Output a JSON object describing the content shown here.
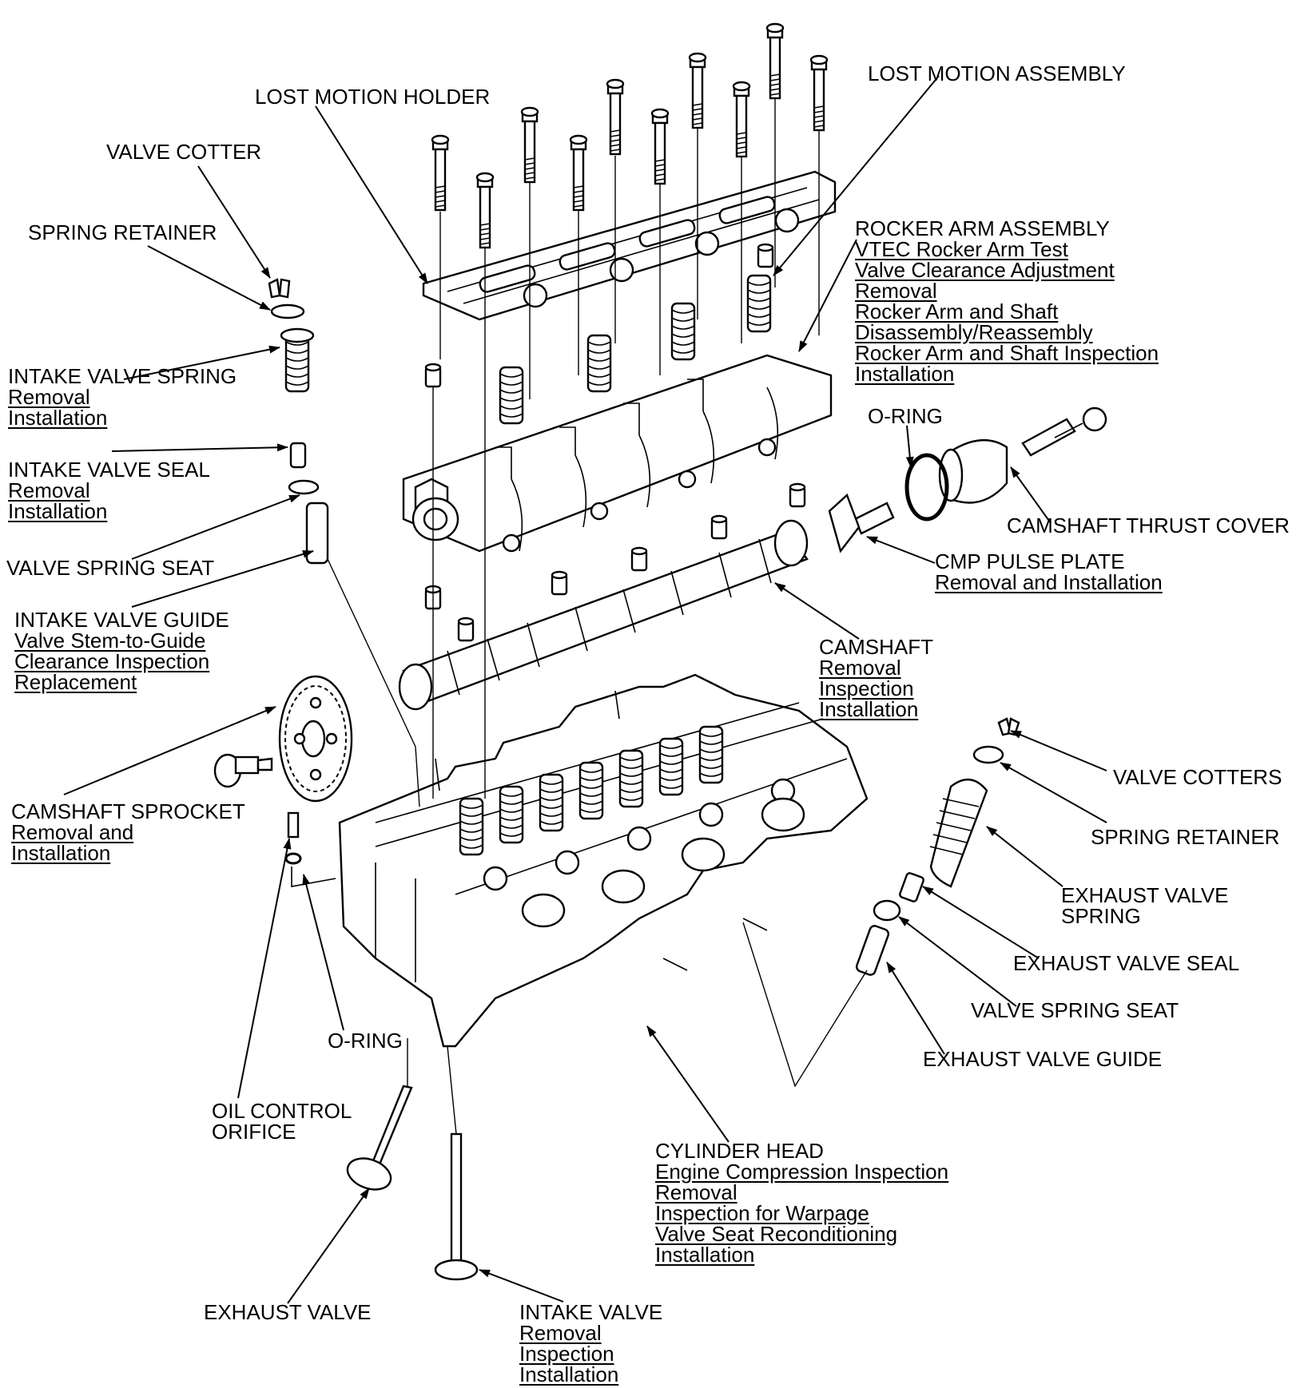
{
  "labels": {
    "lost_motion_holder": {
      "title": "LOST MOTION HOLDER",
      "links": []
    },
    "lost_motion_assembly": {
      "title": "LOST MOTION ASSEMBLY",
      "links": []
    },
    "valve_cotter": {
      "title": "VALVE COTTER",
      "links": []
    },
    "spring_retainer_left": {
      "title": "SPRING RETAINER",
      "links": []
    },
    "rocker_arm_assembly": {
      "title": "ROCKER ARM ASSEMBLY",
      "links": [
        "VTEC Rocker Arm Test",
        "Valve Clearance Adjustment",
        "Removal",
        "Rocker Arm and Shaft",
        "Disassembly/Reassembly",
        "Rocker Arm and Shaft Inspection",
        "Installation"
      ]
    },
    "intake_valve_spring": {
      "title": "INTAKE VALVE SPRING",
      "links": [
        "Removal",
        "Installation"
      ]
    },
    "o_ring_top": {
      "title": "O-RING",
      "links": []
    },
    "intake_valve_seal": {
      "title": "INTAKE VALVE SEAL",
      "links": [
        "Removal",
        "Installation"
      ]
    },
    "camshaft_thrust_cover": {
      "title": "CAMSHAFT THRUST COVER",
      "links": []
    },
    "valve_spring_seat_left": {
      "title": "VALVE SPRING SEAT",
      "links": []
    },
    "cmp_pulse_plate": {
      "title": "CMP PULSE PLATE",
      "links": [
        "Removal and Installation"
      ]
    },
    "intake_valve_guide": {
      "title": "INTAKE VALVE GUIDE",
      "links": [
        "Valve Stem-to-Guide",
        "Clearance Inspection",
        "Replacement"
      ]
    },
    "camshaft": {
      "title": "CAMSHAFT",
      "links": [
        "Removal",
        "Inspection",
        "Installation"
      ]
    },
    "valve_cotters": {
      "title": "VALVE COTTERS",
      "links": []
    },
    "camshaft_sprocket": {
      "title": "CAMSHAFT SPROCKET",
      "links": [
        "Removal and",
        "Installation"
      ]
    },
    "spring_retainer_right": {
      "title": "SPRING RETAINER",
      "links": []
    },
    "exhaust_valve_spring": {
      "title": "EXHAUST VALVE",
      "title2": "SPRING",
      "links": []
    },
    "exhaust_valve_seal": {
      "title": "EXHAUST VALVE SEAL",
      "links": []
    },
    "valve_spring_seat_right": {
      "title": "VALVE SPRING SEAT",
      "links": []
    },
    "o_ring_bottom": {
      "title": "O-RING",
      "links": []
    },
    "exhaust_valve_guide": {
      "title": "EXHAUST VALVE GUIDE",
      "links": []
    },
    "oil_control_orifice": {
      "title": "OIL CONTROL",
      "title2": "ORIFICE",
      "links": []
    },
    "cylinder_head": {
      "title": "CYLINDER HEAD",
      "links": [
        "Engine Compression Inspection",
        "Removal",
        "Inspection for Warpage",
        "Valve Seat Reconditioning",
        "Installation"
      ]
    },
    "exhaust_valve": {
      "title": "EXHAUST VALVE",
      "links": []
    },
    "intake_valve": {
      "title": "INTAKE VALVE",
      "links": [
        "Removal",
        "Inspection",
        "Installation"
      ]
    }
  }
}
